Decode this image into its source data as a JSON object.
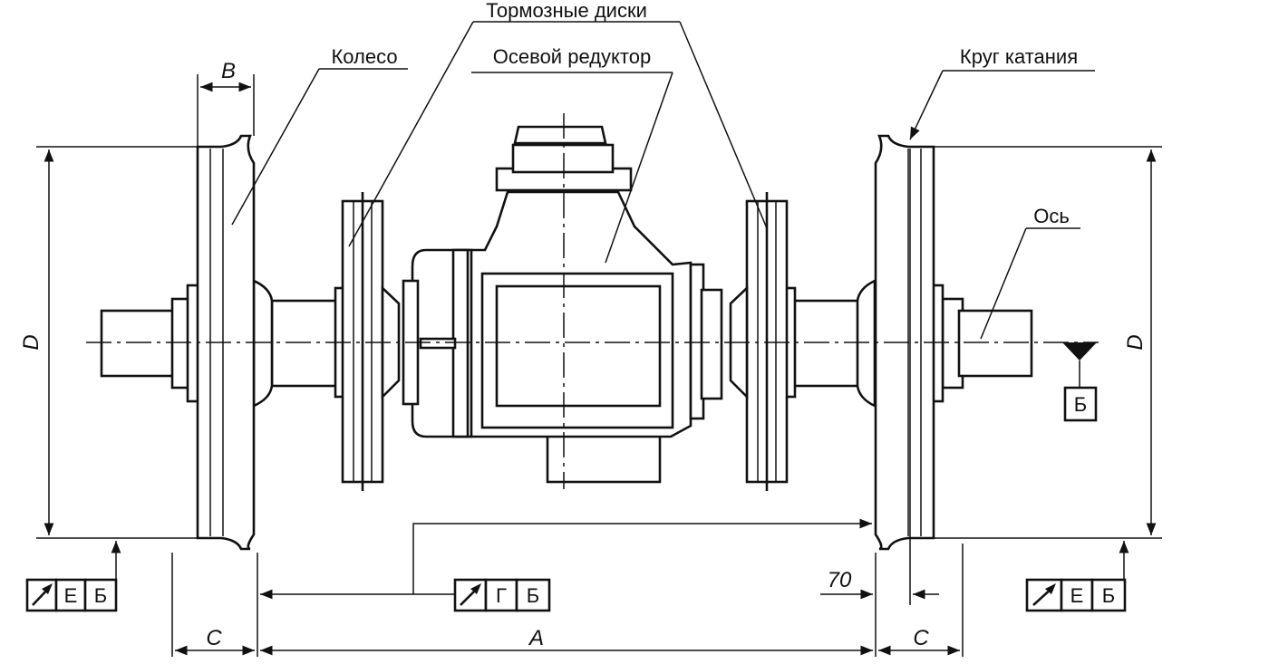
{
  "labels": {
    "brake_discs": "Тормозные диски",
    "wheel": "Колесо",
    "axle_gearbox": "Осевой редуктор",
    "rolling_circle": "Круг катания",
    "axle": "Ось"
  },
  "dimensions": {
    "wheel_width": "B",
    "wheel_diameter": "D",
    "overhang": "C",
    "back_to_back": "A",
    "rolling_circle_offset": "70"
  },
  "datum": {
    "base": "Б"
  },
  "tolerance_frames": {
    "left": [
      "Е",
      "Б"
    ],
    "center": [
      "Г",
      "Б"
    ],
    "right": [
      "Е",
      "Б"
    ]
  },
  "icons": {
    "runout_symbol": "runout-arrow-icon",
    "datum_triangle": "datum-triangle-icon"
  }
}
